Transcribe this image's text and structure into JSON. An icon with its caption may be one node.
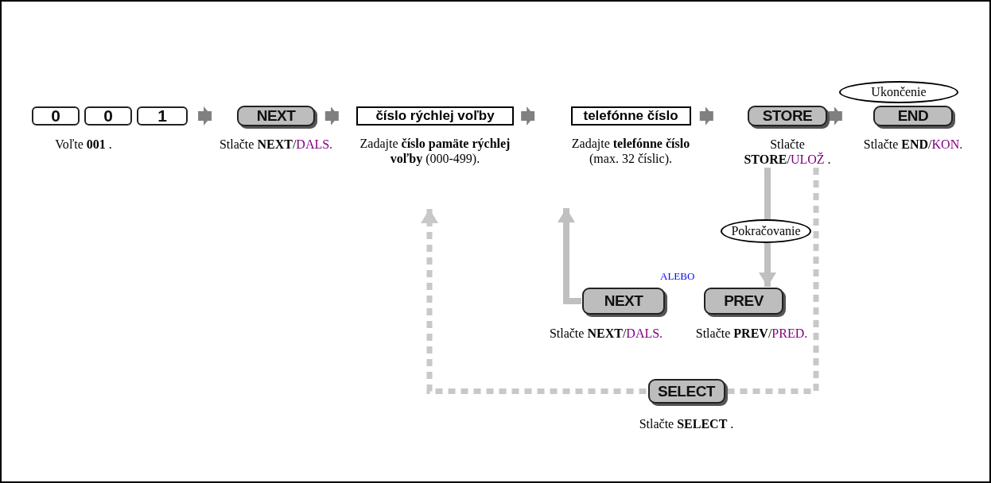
{
  "diagram": {
    "nodes": [
      {
        "text": [
          "0"
        ]
      },
      {
        "text": [
          "0"
        ],
        "beside": [
          "Voľte **001** ."
        ]
      },
      {
        "text": [
          "1"
        ]
      },
      {
        "text": [
          "NEXT"
        ],
        "beside": [
          "Stlačte **NEXT**/*DALS.*"
        ]
      },
      {
        "text": [
          "číslo rýchlej voľby"
        ],
        "beside": [
          "Zadajte **číslo pamäte rýchlej voľby** (000-499)."
        ]
      },
      {
        "text": [
          "telefónne číslo"
        ],
        "beside": [
          "Zadajte **telefónne číslo** (max. 32 číslic)."
        ]
      },
      {
        "text": [
          "STORE"
        ],
        "beside": [
          "Stlačte **STORE**/*ULOŽ* ."
        ]
      },
      {
        "text": [
          "END"
        ],
        "beside": [
          "Stlačte **END**/*KON.*"
        ]
      },
      {
        "text": [
          "Ukončenie"
        ]
      },
      {
        "text": [
          "Pokračovanie"
        ]
      },
      {
        "text": [
          "NEXT"
        ],
        "beside": [
          "Stlačte **NEXT**/*DALS.*"
        ]
      },
      {
        "text": [
          "PREV"
        ],
        "beside": [
          "Stlačte **PREV**/*PRED.*"
        ]
      },
      {
        "text": [
          "SELECT"
        ],
        "beside": [
          "Stlačte **SELECT** ."
        ]
      }
    ],
    "edges": [
      {
        "from": 2,
        "to": 3,
        "arrow": "to"
      },
      {
        "from": 3,
        "to": 4,
        "arrow": "to"
      },
      {
        "from": 4,
        "to": 5,
        "arrow": "to"
      },
      {
        "from": 5,
        "to": 6,
        "arrow": "to"
      },
      {
        "from": 6,
        "to": 7,
        "arrow": "to"
      },
      {
        "from": 10,
        "to": 5,
        "arrow": "to"
      },
      {
        "from": 6,
        "to": 9,
        "arrow": "none"
      },
      {
        "from": 9,
        "to": 11,
        "arrow": "to"
      },
      {
        "from": 6,
        "to": 12,
        "arrow": "none",
        "style": "dashed"
      },
      {
        "from": 12,
        "to": 4,
        "arrow": "to",
        "style": "dashed"
      }
    ],
    "labels": [
      "ALEBO"
    ]
  }
}
